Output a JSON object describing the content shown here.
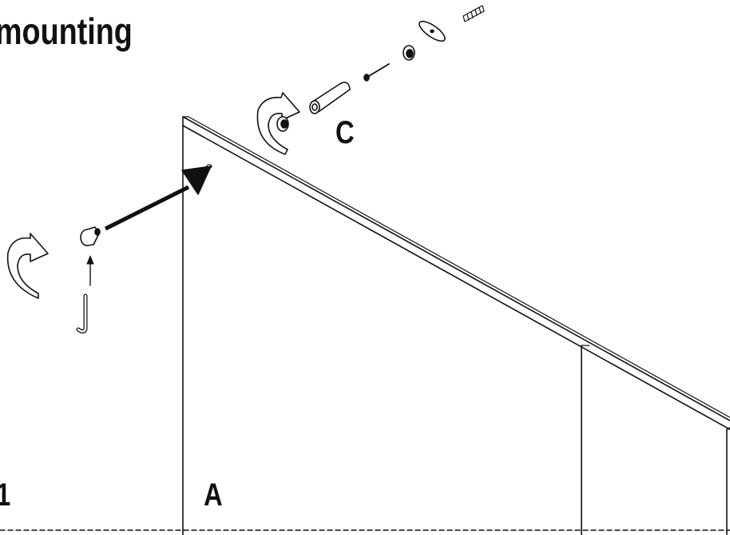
{
  "title": "mounting",
  "labels": {
    "part_a": "A",
    "part_c": "C",
    "step_number": "1"
  },
  "icons": [
    "rotate-arrow-icon",
    "allen-key-icon",
    "screw-icon",
    "dowel-icon",
    "washer-icon",
    "spacer-nut-icon",
    "wall-plug-icon",
    "direction-arrow-icon"
  ],
  "colors": {
    "ink": "#111111",
    "paper": "#ffffff"
  }
}
